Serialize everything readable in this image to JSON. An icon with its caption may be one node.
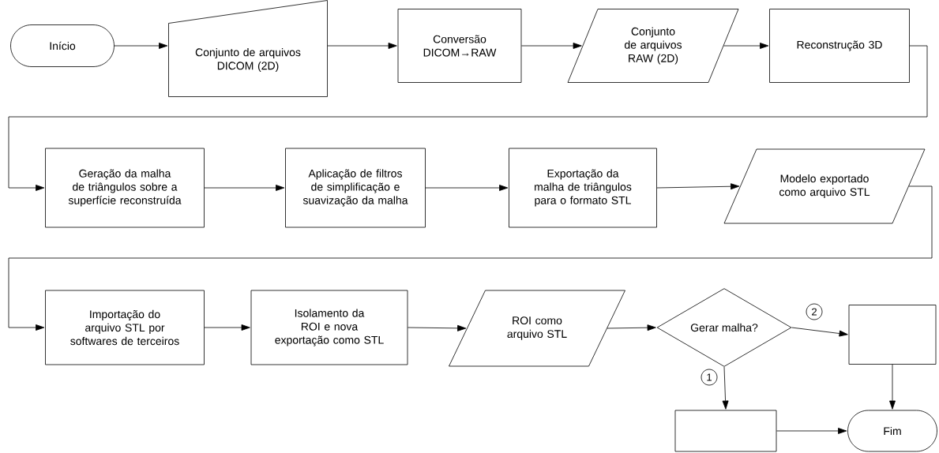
{
  "diagram": {
    "nodes": [
      {
        "text": [
          "Início"
        ]
      },
      {
        "text": [
          "Conjunto de arquivos DICOM (2D)"
        ]
      },
      {
        "text": [
          "Conversão DICOM→RAW"
        ]
      },
      {
        "text": [
          "Conjunto de arquivos RAW (2D)"
        ]
      },
      {
        "text": [
          "Reconstrução 3D"
        ]
      },
      {
        "text": [
          "Geração da malha de triângulos sobre a superfície reconstruída"
        ]
      },
      {
        "text": [
          "Aplicação de filtros de simplificação e suavização da malha"
        ]
      },
      {
        "text": [
          "Exportação da malha de triângulos para o formato STL"
        ]
      },
      {
        "text": [
          "Modelo exportado como arquivo STL"
        ]
      },
      {
        "text": [
          "Importação do arquivo STL por softwares de terceiros"
        ]
      },
      {
        "text": [
          "Isolamento da ROI e nova exportação como STL"
        ]
      },
      {
        "text": [
          "ROI como arquivo STL"
        ]
      },
      {
        "text": [
          "Gerar malha?"
        ]
      },
      {
        "text": [],
        "shape": "box"
      },
      {
        "text": [],
        "shape": "box"
      },
      {
        "text": [
          "Fim"
        ]
      }
    ],
    "edges": [
      {
        "from": 0,
        "to": 1,
        "arrow": "to"
      },
      {
        "from": 1,
        "to": 2,
        "arrow": "to"
      },
      {
        "from": 2,
        "to": 3,
        "arrow": "to"
      },
      {
        "from": 3,
        "to": 4,
        "arrow": "to"
      },
      {
        "from": 4,
        "to": 5,
        "arrow": "to"
      },
      {
        "from": 5,
        "to": 6,
        "arrow": "to"
      },
      {
        "from": 6,
        "to": 7,
        "arrow": "to"
      },
      {
        "from": 7,
        "to": 8,
        "arrow": "to"
      },
      {
        "from": 8,
        "to": 9,
        "arrow": "to"
      },
      {
        "from": 9,
        "to": 10,
        "arrow": "to"
      },
      {
        "from": 10,
        "to": 11,
        "arrow": "to"
      },
      {
        "from": 11,
        "to": 12,
        "arrow": "to"
      },
      {
        "from": 12,
        "to": 13,
        "arrow": "to",
        "label": "2"
      },
      {
        "from": 12,
        "to": 14,
        "arrow": "to",
        "label": "1"
      },
      {
        "from": 13,
        "to": 15,
        "arrow": "to"
      },
      {
        "from": 14,
        "to": 15,
        "arrow": "to"
      }
    ]
  }
}
